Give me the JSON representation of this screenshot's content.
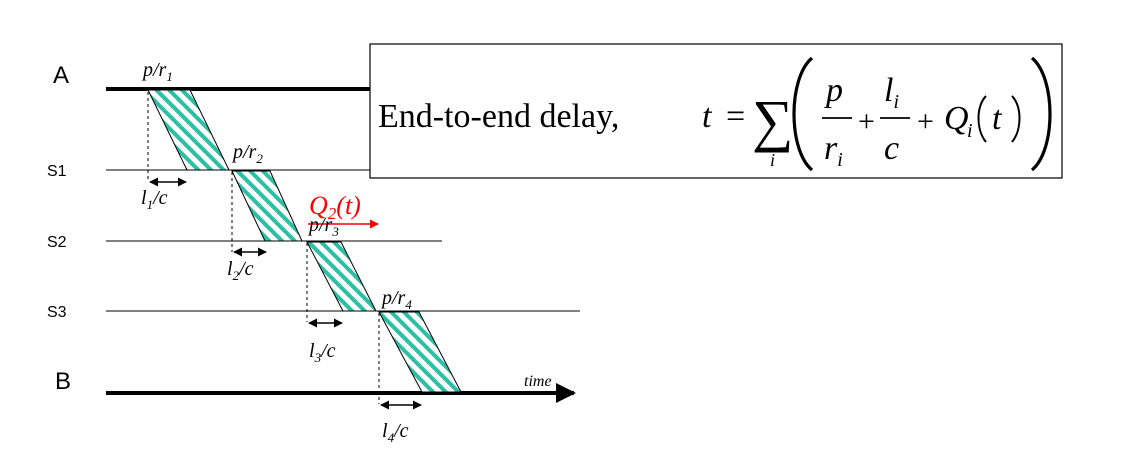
{
  "nodes": {
    "a": "A",
    "s1": "S1",
    "s2": "S2",
    "s3": "S3",
    "b": "B"
  },
  "transmission": {
    "r1": {
      "base": "p/r",
      "sub": "1"
    },
    "r2": {
      "base": "p/r",
      "sub": "2"
    },
    "r3": {
      "base": "p/r",
      "sub": "3"
    },
    "r4": {
      "base": "p/r",
      "sub": "4"
    }
  },
  "propagation": {
    "l1": {
      "base": "l",
      "sub": "1",
      "tail": "/c"
    },
    "l2": {
      "base": "l",
      "sub": "2",
      "tail": "/c"
    },
    "l3": {
      "base": "l",
      "sub": "3",
      "tail": "/c"
    },
    "l4": {
      "base": "l",
      "sub": "4",
      "tail": "/c"
    }
  },
  "queue": {
    "base": "Q",
    "sub": "2",
    "tail": "(t)",
    "color": "#ff0000"
  },
  "time_label": "time",
  "formula": {
    "lead": "End-to-end delay,",
    "t": "t",
    "eq": "=",
    "sum": "∑",
    "sum_index": "i",
    "p": "p",
    "r": "r",
    "r_sub": "i",
    "plus": "+",
    "l": "l",
    "l_sub": "i",
    "c": "c",
    "q": "Q",
    "q_sub": "i",
    "q_arg": "t"
  },
  "colors": {
    "hatch": "#2bbfa4",
    "line": "#000000",
    "queue": "#ff0000"
  }
}
